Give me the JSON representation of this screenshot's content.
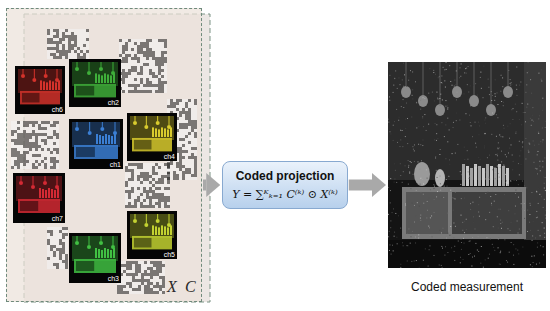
{
  "diagram": {
    "nodes": [
      {
        "text": [
          "X",
          "C"
        ]
      },
      {
        "text": [
          "ch6"
        ],
        "in": 0
      },
      {
        "text": [
          "ch2"
        ],
        "in": 0
      },
      {
        "text": [
          "ch1"
        ],
        "in": 0
      },
      {
        "text": [
          "ch4"
        ],
        "in": 0
      },
      {
        "text": [
          "ch7"
        ],
        "in": 0
      },
      {
        "text": [
          "ch3"
        ],
        "in": 0
      },
      {
        "text": [
          "ch5"
        ],
        "in": 0
      },
      {
        "text": [
          "Coded projection",
          "Y = ∑ᴷₖ₌₁ C⁽ᵏ⁾ ⊙ X⁽ᵏ⁾"
        ]
      },
      {
        "text": [
          "Coded measurement"
        ]
      }
    ],
    "edges": [
      {
        "from": 0,
        "to": 8,
        "arrow": "to"
      },
      {
        "from": 8,
        "to": 9,
        "arrow": "to"
      }
    ]
  }
}
